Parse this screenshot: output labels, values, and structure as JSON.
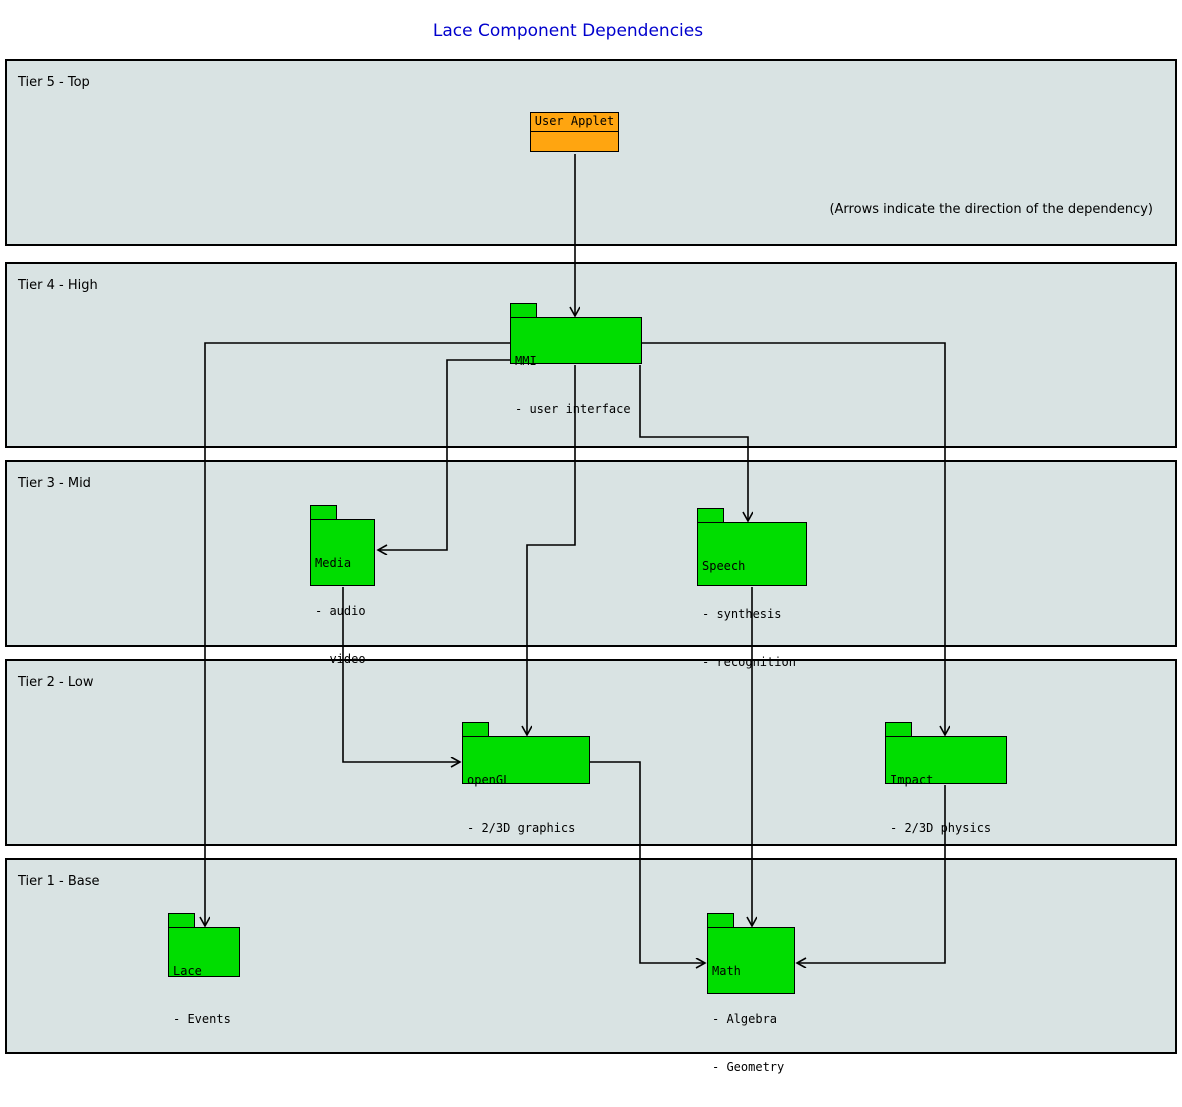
{
  "title": "Lace Component Dependencies",
  "annotation": "(Arrows indicate the direction of the dependency)",
  "colors": {
    "green": "#00dd00",
    "orange": "#ffa510",
    "tier_bg": "#d9e3e3",
    "title": "#0000cd"
  },
  "tiers": [
    {
      "label": "Tier 5 - Top"
    },
    {
      "label": "Tier 4 - High"
    },
    {
      "label": "Tier 3 - Mid"
    },
    {
      "label": "Tier 2 - Low"
    },
    {
      "label": "Tier 1 - Base"
    }
  ],
  "components": {
    "user_applet": {
      "title": "User Applet"
    },
    "mmi": {
      "title": "MMI",
      "lines": [
        "- user interface"
      ]
    },
    "media": {
      "title": "Media",
      "lines": [
        "- audio",
        "- video"
      ]
    },
    "speech": {
      "title": "Speech",
      "lines": [
        "- synthesis",
        "- recognition"
      ]
    },
    "opengl": {
      "title": "openGL",
      "lines": [
        "- 2/3D graphics"
      ]
    },
    "impact": {
      "title": "Impact",
      "lines": [
        "- 2/3D physics"
      ]
    },
    "lace": {
      "title": "Lace",
      "lines": [
        "- Events"
      ]
    },
    "math": {
      "title": "Math",
      "lines": [
        "- Algebra",
        "- Geometry"
      ]
    }
  },
  "edges": [
    {
      "from": "User Applet",
      "to": "MMI"
    },
    {
      "from": "MMI",
      "to": "Lace"
    },
    {
      "from": "MMI",
      "to": "Media"
    },
    {
      "from": "MMI",
      "to": "Speech"
    },
    {
      "from": "MMI",
      "to": "openGL"
    },
    {
      "from": "MMI",
      "to": "Impact"
    },
    {
      "from": "Media",
      "to": "openGL"
    },
    {
      "from": "Speech",
      "to": "Math"
    },
    {
      "from": "openGL",
      "to": "Math"
    },
    {
      "from": "Impact",
      "to": "Math"
    }
  ]
}
